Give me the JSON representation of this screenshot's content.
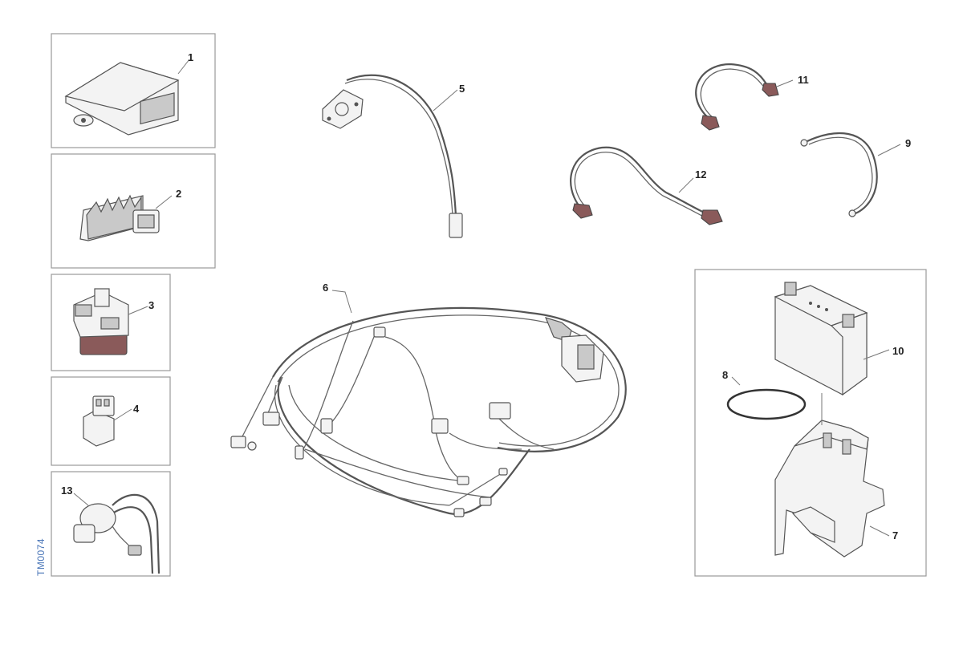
{
  "reference_code": "TM0074",
  "callouts": {
    "c1": "1",
    "c2": "2",
    "c3": "3",
    "c4": "4",
    "c5": "5",
    "c6": "6",
    "c7": "7",
    "c8": "8",
    "c9": "9",
    "c10": "10",
    "c11": "11",
    "c12": "12",
    "c13": "13"
  }
}
